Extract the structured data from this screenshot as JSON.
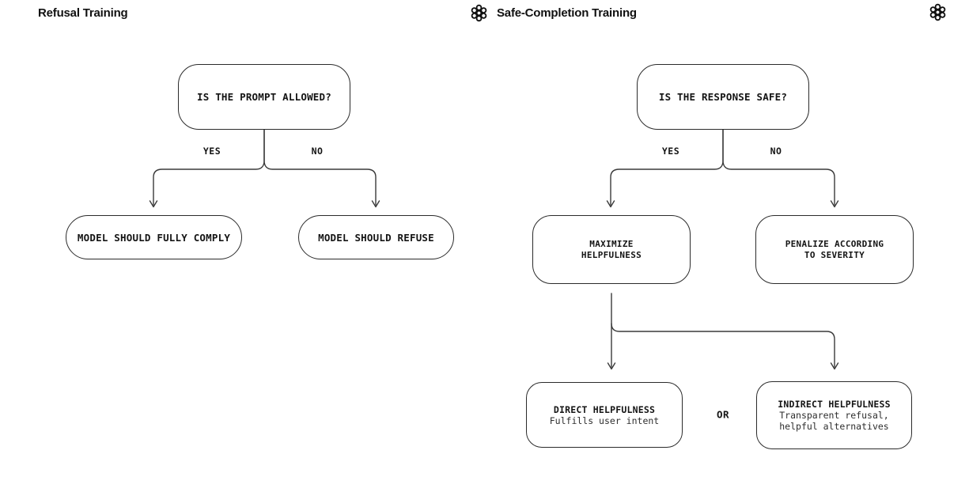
{
  "colors": {
    "background": "#ffffff",
    "text": "#141414",
    "line": "#3a3a3a",
    "box_border": "#2b2b2b"
  },
  "header": {
    "left_title": "Refusal Training",
    "right_title": "Safe-Completion Training",
    "right_logo": "openai-logo",
    "corner_logo": "openai-logo"
  },
  "refusal_chart": {
    "root": "IS THE PROMPT ALLOWED?",
    "yes_label": "YES",
    "no_label": "NO",
    "yes_node": "MODEL SHOULD FULLY COMPLY",
    "no_node": "MODEL SHOULD REFUSE"
  },
  "safe_completion_chart": {
    "root": "IS THE RESPONSE SAFE?",
    "yes_label": "YES",
    "no_label": "NO",
    "yes_node": "MAXIMIZE\nHELPFULNESS",
    "no_node": "PENALIZE ACCORDING\nTO SEVERITY",
    "or_label": "OR",
    "direct_title": "DIRECT HELPFULNESS",
    "direct_subtitle": "Fulfills user intent",
    "indirect_title": "INDIRECT HELPFULNESS",
    "indirect_subtitle": "Transparent refusal,\nhelpful alternatives"
  }
}
